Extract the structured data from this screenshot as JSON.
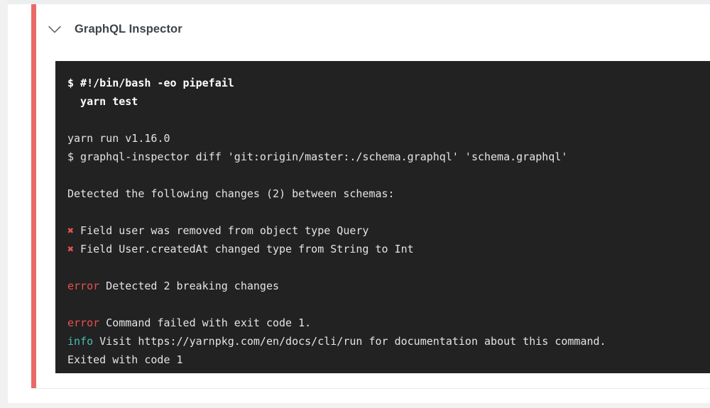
{
  "colors": {
    "status_bar_red": "#ea6a66",
    "terminal_background": "#222222",
    "error_red": "#e8504f",
    "info_teal": "#49bdb4",
    "cross_red": "#e05452",
    "page_background": "#f1f1f1",
    "card_background": "#ffffff",
    "title_text": "#3d4349"
  },
  "step": {
    "title": "GraphQL Inspector",
    "toggle_icon": "chevron-down-icon",
    "status": "failed"
  },
  "terminal": {
    "lines": [
      {
        "id": "line-1",
        "type": "command",
        "tokens": [
          {
            "style": "bold",
            "text": "$ #!/bin/bash -eo pipefail"
          }
        ]
      },
      {
        "id": "line-2",
        "type": "command",
        "tokens": [
          {
            "style": "bold",
            "text": "  yarn test"
          }
        ]
      },
      {
        "id": "line-3",
        "type": "blank",
        "tokens": []
      },
      {
        "id": "line-4",
        "type": "output",
        "tokens": [
          {
            "style": "plain",
            "text": "yarn run v1.16.0"
          }
        ]
      },
      {
        "id": "line-5",
        "type": "output",
        "tokens": [
          {
            "style": "plain",
            "text": "$ graphql-inspector diff 'git:origin/master:./schema.graphql' 'schema.graphql'"
          }
        ]
      },
      {
        "id": "line-6",
        "type": "blank",
        "tokens": []
      },
      {
        "id": "line-7",
        "type": "output",
        "tokens": [
          {
            "style": "plain",
            "text": "Detected the following changes (2) between schemas:"
          }
        ]
      },
      {
        "id": "line-8",
        "type": "blank",
        "tokens": []
      },
      {
        "id": "line-9",
        "type": "change",
        "tokens": [
          {
            "style": "cross",
            "text": "✖"
          },
          {
            "style": "plain",
            "text": " Field user was removed from object type Query"
          }
        ]
      },
      {
        "id": "line-10",
        "type": "change",
        "tokens": [
          {
            "style": "cross",
            "text": "✖"
          },
          {
            "style": "plain",
            "text": " Field User.createdAt changed type from String to Int"
          }
        ]
      },
      {
        "id": "line-11",
        "type": "blank",
        "tokens": []
      },
      {
        "id": "line-12",
        "type": "error",
        "tokens": [
          {
            "style": "error",
            "text": "error"
          },
          {
            "style": "plain",
            "text": " Detected 2 breaking changes"
          }
        ]
      },
      {
        "id": "line-13",
        "type": "blank",
        "tokens": []
      },
      {
        "id": "line-14",
        "type": "error",
        "tokens": [
          {
            "style": "error",
            "text": "error"
          },
          {
            "style": "plain",
            "text": " Command failed with exit code 1."
          }
        ]
      },
      {
        "id": "line-15",
        "type": "info",
        "tokens": [
          {
            "style": "info",
            "text": "info"
          },
          {
            "style": "plain",
            "text": " Visit https://yarnpkg.com/en/docs/cli/run for documentation about this command."
          }
        ]
      },
      {
        "id": "line-16",
        "type": "output",
        "tokens": [
          {
            "style": "plain",
            "text": "Exited with code 1"
          }
        ]
      }
    ]
  }
}
